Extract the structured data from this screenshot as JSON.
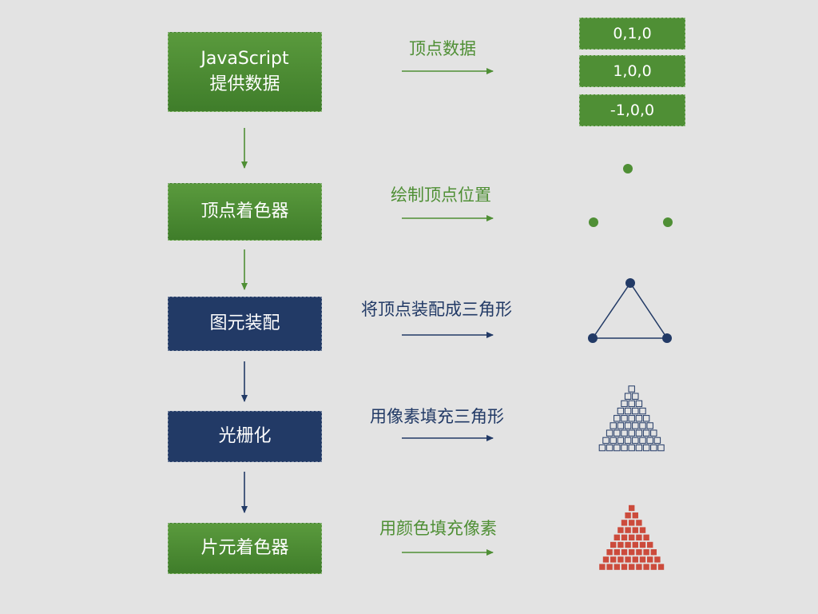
{
  "stages": [
    {
      "line1": "JavaScript",
      "line2": "提供数据",
      "color": "#4f8f35"
    },
    {
      "line1": "顶点着色器",
      "line2": "",
      "color": "#4f8f35"
    },
    {
      "line1": "图元装配",
      "line2": "",
      "color": "#223a66"
    },
    {
      "line1": "光栅化",
      "line2": "",
      "color": "#223a66"
    },
    {
      "line1": "片元着色器",
      "line2": "",
      "color": "#4f8f35"
    }
  ],
  "captions": [
    {
      "text": "顶点数据",
      "color": "#4f8f35"
    },
    {
      "text": "绘制顶点位置",
      "color": "#4f8f35"
    },
    {
      "text": "将顶点装配成三角形",
      "color": "#223a66"
    },
    {
      "text": "用像素填充三角形",
      "color": "#223a66"
    },
    {
      "text": "用颜色填充像素",
      "color": "#4f8f35"
    }
  ],
  "vertex_data": [
    "0,1,0",
    "1,0,0",
    "-1,0,0"
  ],
  "colors": {
    "green": "#4f8f35",
    "navy": "#223a66",
    "pixel_fill": "#cc4b3c",
    "background": "#e3e3e3"
  },
  "icons": {
    "points": "three-vertex-points-icon",
    "triangle": "wireframe-triangle-icon",
    "raster": "pixel-grid-triangle-icon",
    "fragment": "filled-pixel-triangle-icon"
  }
}
